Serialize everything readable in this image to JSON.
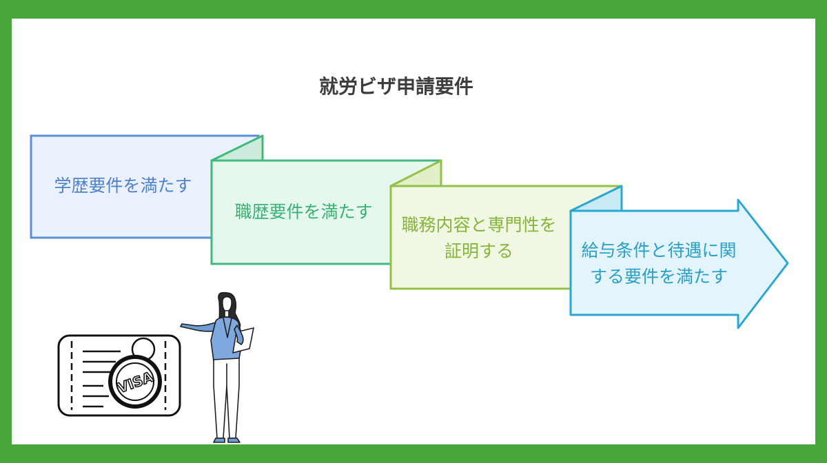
{
  "title": "就労ビザ申請要件",
  "steps": [
    {
      "label": "学歴要件を満たす"
    },
    {
      "label": "職歴要件を満たす"
    },
    {
      "label": "職務内容と専門性を証明する"
    },
    {
      "label": "給与条件と待遇に関する要件を満たす"
    }
  ],
  "colors": {
    "background_frame": "#47a73a",
    "title": "#3d3d3d",
    "step1": "#4f82cc",
    "step2": "#39b174",
    "step3": "#86b43b",
    "step4": "#2a9fc8"
  },
  "illustration": {
    "visa_card_text": "VISA",
    "person": "woman-presenting-with-clipboard"
  }
}
